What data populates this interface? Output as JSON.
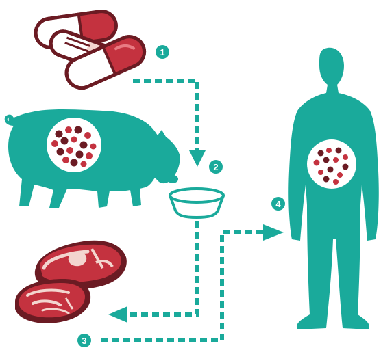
{
  "colors": {
    "teal": "#1aaa9b",
    "maroon": "#6b1b23",
    "red": "#c4323f",
    "pink": "#f3d5cf",
    "white": "#ffffff"
  },
  "steps": [
    {
      "number": "1"
    },
    {
      "number": "2"
    },
    {
      "number": "3"
    },
    {
      "number": "4"
    }
  ],
  "icons": [
    "capsules-icon",
    "pig-icon",
    "food-bowl-icon",
    "meat-steaks-icon",
    "man-icon",
    "bacteria-icon"
  ]
}
